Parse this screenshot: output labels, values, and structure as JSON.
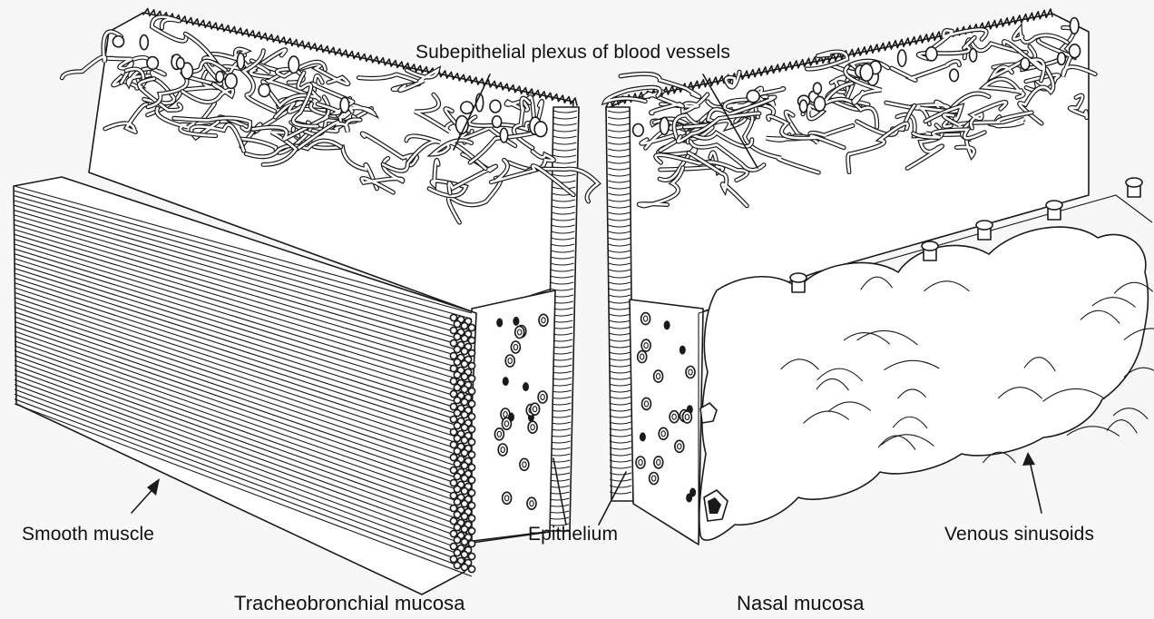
{
  "labels": {
    "subepithelial_plexus": "Subepithelial plexus of blood vessels",
    "smooth_muscle": "Smooth muscle",
    "epithelium": "Epithelium",
    "venous_sinusoids": "Venous sinusoids"
  },
  "captions": {
    "left": "Tracheobronchial mucosa",
    "right": "Nasal mucosa"
  },
  "colors": {
    "ink": "#1a1a1a",
    "paper": "#f7f7f7",
    "fill": "#ffffff"
  }
}
